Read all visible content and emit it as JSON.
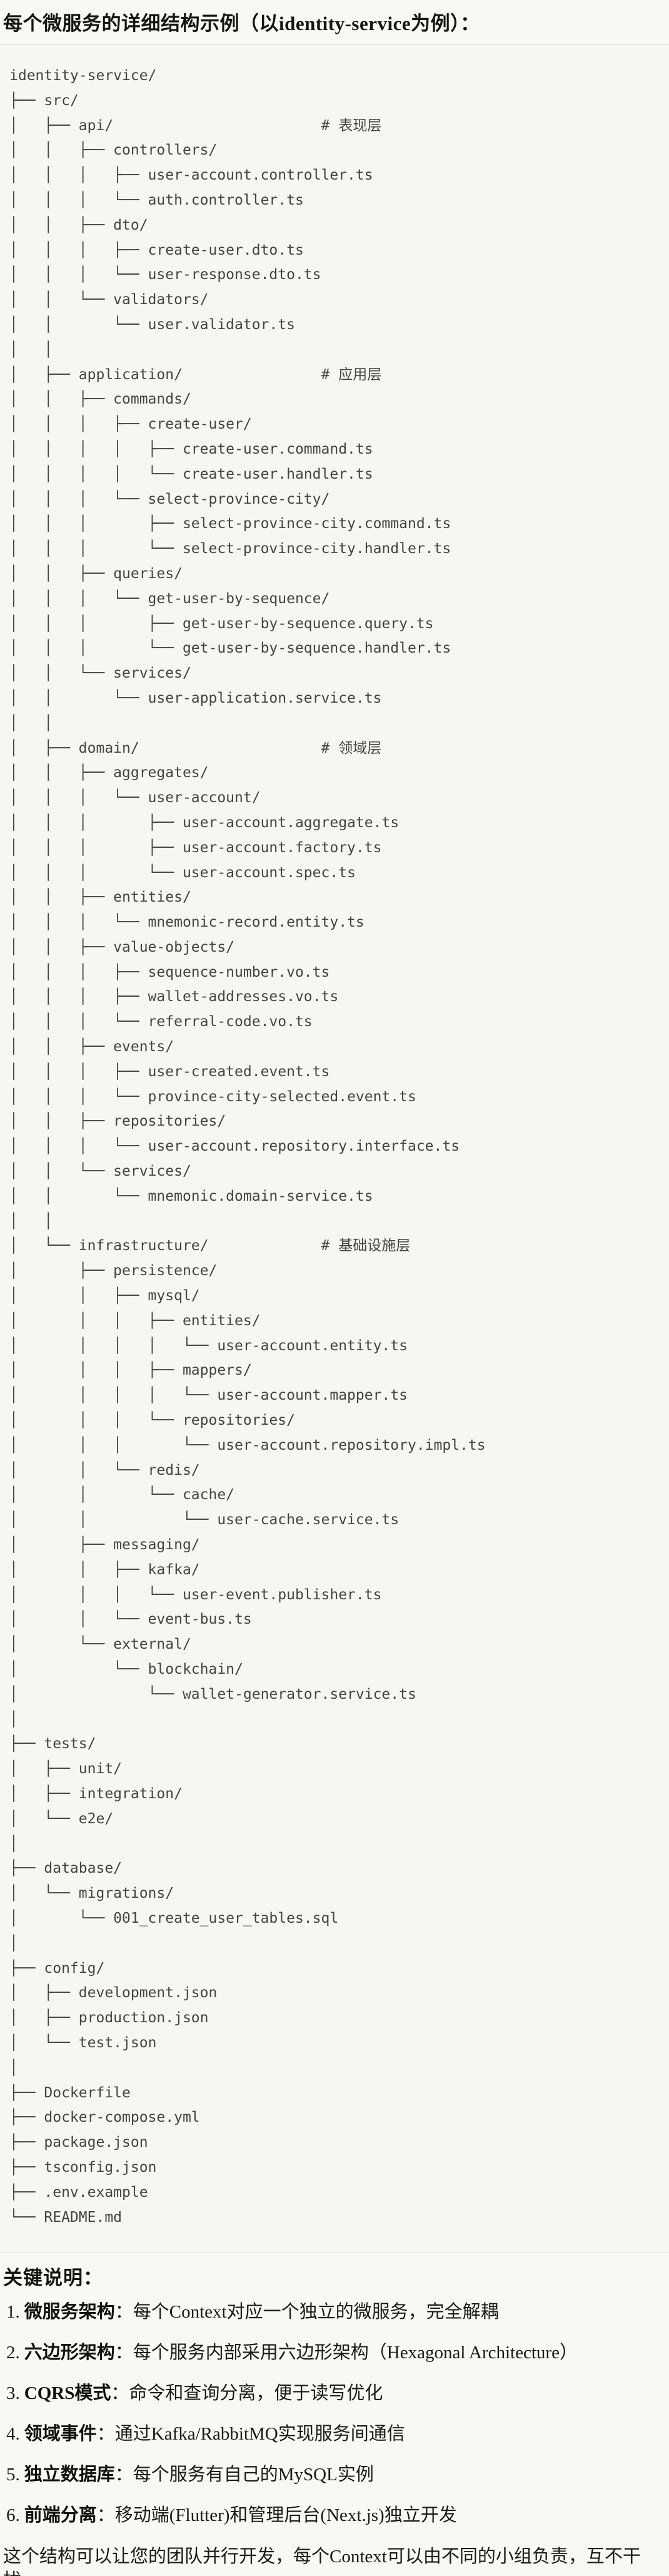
{
  "document": {
    "title": "每个微服务的详细结构示例（以identity-service为例）：",
    "notes_heading": "关键说明：",
    "closing_paragraph": "这个结构可以让您的团队并行开发，每个Context可以由不同的小组负责，互不干扰。"
  },
  "tree": {
    "lines": [
      "identity-service/",
      "├── src/",
      "│   ├── api/                        # 表现层",
      "│   │   ├── controllers/",
      "│   │   │   ├── user-account.controller.ts",
      "│   │   │   └── auth.controller.ts",
      "│   │   ├── dto/",
      "│   │   │   ├── create-user.dto.ts",
      "│   │   │   └── user-response.dto.ts",
      "│   │   └── validators/",
      "│   │       └── user.validator.ts",
      "│   │",
      "│   ├── application/                # 应用层",
      "│   │   ├── commands/",
      "│   │   │   ├── create-user/",
      "│   │   │   │   ├── create-user.command.ts",
      "│   │   │   │   └── create-user.handler.ts",
      "│   │   │   └── select-province-city/",
      "│   │   │       ├── select-province-city.command.ts",
      "│   │   │       └── select-province-city.handler.ts",
      "│   │   ├── queries/",
      "│   │   │   └── get-user-by-sequence/",
      "│   │   │       ├── get-user-by-sequence.query.ts",
      "│   │   │       └── get-user-by-sequence.handler.ts",
      "│   │   └── services/",
      "│   │       └── user-application.service.ts",
      "│   │",
      "│   ├── domain/                     # 领域层",
      "│   │   ├── aggregates/",
      "│   │   │   └── user-account/",
      "│   │   │       ├── user-account.aggregate.ts",
      "│   │   │       ├── user-account.factory.ts",
      "│   │   │       └── user-account.spec.ts",
      "│   │   ├── entities/",
      "│   │   │   └── mnemonic-record.entity.ts",
      "│   │   ├── value-objects/",
      "│   │   │   ├── sequence-number.vo.ts",
      "│   │   │   ├── wallet-addresses.vo.ts",
      "│   │   │   └── referral-code.vo.ts",
      "│   │   ├── events/",
      "│   │   │   ├── user-created.event.ts",
      "│   │   │   └── province-city-selected.event.ts",
      "│   │   ├── repositories/",
      "│   │   │   └── user-account.repository.interface.ts",
      "│   │   └── services/",
      "│   │       └── mnemonic.domain-service.ts",
      "│   │",
      "│   └── infrastructure/             # 基础设施层",
      "│       ├── persistence/",
      "│       │   ├── mysql/",
      "│       │   │   ├── entities/",
      "│       │   │   │   └── user-account.entity.ts",
      "│       │   │   ├── mappers/",
      "│       │   │   │   └── user-account.mapper.ts",
      "│       │   │   └── repositories/",
      "│       │   │       └── user-account.repository.impl.ts",
      "│       │   └── redis/",
      "│       │       └── cache/",
      "│       │           └── user-cache.service.ts",
      "│       ├── messaging/",
      "│       │   ├── kafka/",
      "│       │   │   └── user-event.publisher.ts",
      "│       │   └── event-bus.ts",
      "│       └── external/",
      "│           └── blockchain/",
      "│               └── wallet-generator.service.ts",
      "│",
      "├── tests/",
      "│   ├── unit/",
      "│   ├── integration/",
      "│   └── e2e/",
      "│",
      "├── database/",
      "│   └── migrations/",
      "│       └── 001_create_user_tables.sql",
      "│",
      "├── config/",
      "│   ├── development.json",
      "│   ├── production.json",
      "│   └── test.json",
      "│",
      "├── Dockerfile",
      "├── docker-compose.yml",
      "├── package.json",
      "├── tsconfig.json",
      "├── .env.example",
      "└── README.md"
    ]
  },
  "notes": [
    {
      "number": "1.",
      "term": "微服务架构",
      "separator": "：",
      "description": "每个Context对应一个独立的微服务，完全解耦"
    },
    {
      "number": "2.",
      "term": "六边形架构",
      "separator": "：",
      "description": "每个服务内部采用六边形架构（Hexagonal Architecture）"
    },
    {
      "number": "3.",
      "term": "CQRS模式",
      "separator": "：",
      "description": "命令和查询分离，便于读写优化"
    },
    {
      "number": "4.",
      "term": "领域事件",
      "separator": "：",
      "description": "通过Kafka/RabbitMQ实现服务间通信"
    },
    {
      "number": "5.",
      "term": "独立数据库",
      "separator": "：",
      "description": "每个服务有自己的MySQL实例"
    },
    {
      "number": "6.",
      "term": "前端分离",
      "separator": "：",
      "description": "移动端(Flutter)和管理后台(Next.js)独立开发"
    }
  ],
  "colors": {
    "page_background": "#F9F8F3",
    "code_block_background": "#F7F6F0",
    "heading_text": "#161511",
    "body_text": "#1B1A16",
    "tree_text": "#45443E",
    "divider": "#DDDBD2"
  }
}
